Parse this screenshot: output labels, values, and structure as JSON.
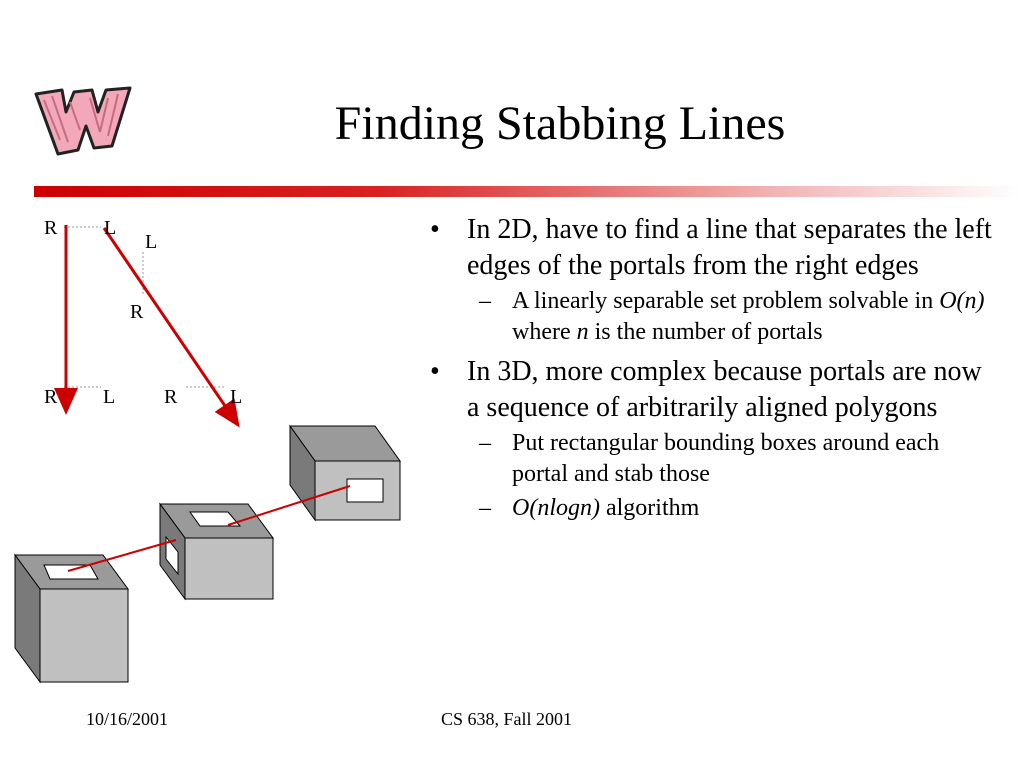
{
  "slide": {
    "title": "Finding Stabbing Lines"
  },
  "diagram": {
    "labels_2d": [
      "R",
      "L",
      "L",
      "R",
      "R",
      "L",
      "R",
      "L"
    ]
  },
  "bullets": [
    {
      "text": "In 2D, have to find a line that separates the left edges of the portals from the right edges",
      "subs": [
        {
          "parts": [
            {
              "text": "A linearly separable set problem solvable in ",
              "italic": false
            },
            {
              "text": "O(n)",
              "italic": true
            },
            {
              "text": " where ",
              "italic": false
            },
            {
              "text": "n",
              "italic": true
            },
            {
              "text": " is the number of portals",
              "italic": false
            }
          ]
        }
      ]
    },
    {
      "text": "In 3D, more complex because portals are now a sequence of arbitrarily aligned polygons",
      "subs": [
        {
          "parts": [
            {
              "text": "Put rectangular bounding boxes around each portal and stab those",
              "italic": false
            }
          ]
        },
        {
          "parts": [
            {
              "text": "O(nlogn)",
              "italic": true
            },
            {
              "text": " algorithm",
              "italic": false
            }
          ]
        }
      ]
    }
  ],
  "footer": {
    "date": "10/16/2001",
    "course": "CS 638, Fall 2001"
  },
  "colors": {
    "accent": "#cc0000",
    "box_front": "#c0c0c0",
    "box_top": "#9a9a9a",
    "box_side": "#7a7a7a",
    "logo": "#f2a8b8"
  }
}
